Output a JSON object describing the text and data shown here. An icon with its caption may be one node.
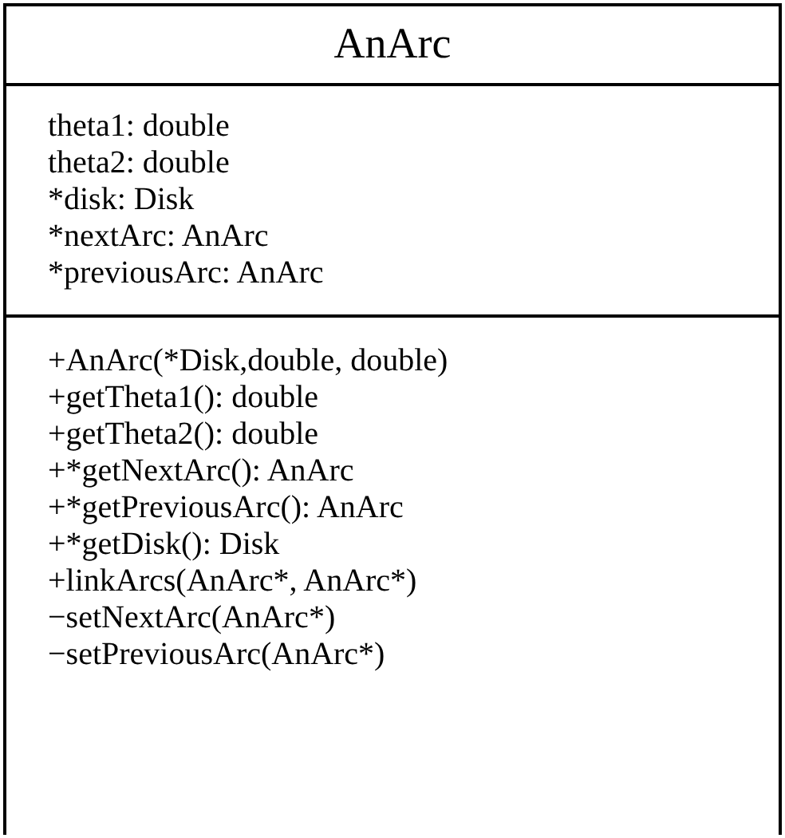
{
  "diagram": {
    "nodes": [
      {
        "text": [
          "AnArc"
        ]
      },
      {
        "text": [
          "theta1: double",
          "theta2: double",
          "*disk: Disk",
          "*nextArc: AnArc",
          "*previousArc: AnArc"
        ],
        "in": 0
      },
      {
        "text": [
          "+AnArc(*Disk,double, double)",
          "+getTheta1(): double",
          "+getTheta2(): double",
          "+*getNextArc(): AnArc",
          "+*getPreviousArc(): AnArc",
          "+*getDisk(): Disk",
          "+linkArcs(AnArc*, AnArc*)",
          "−setNextArc(AnArc*)",
          "−setPreviousArc(AnArc*)"
        ],
        "in": 0
      }
    ]
  }
}
